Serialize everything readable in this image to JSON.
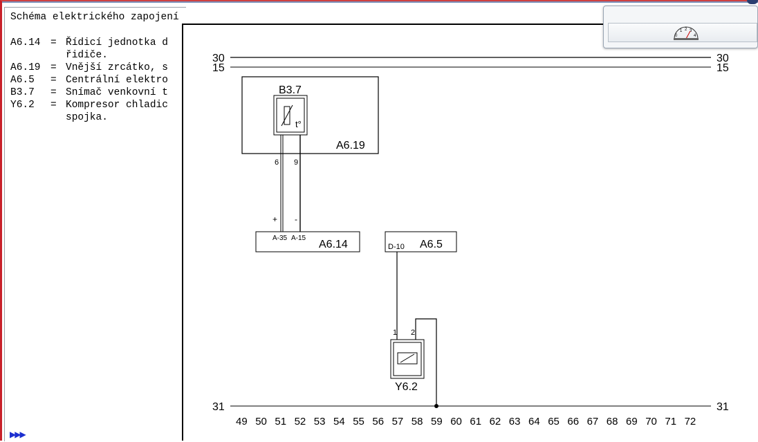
{
  "legend": {
    "title": "Schéma elektrického zapojení",
    "items": [
      {
        "code": "A6.14",
        "eq": "=",
        "text": "Řídicí jednotka d",
        "cont": "řidiče."
      },
      {
        "code": "A6.19",
        "eq": "=",
        "text": "Vnější zrcátko, s",
        "cont": ""
      },
      {
        "code": "A6.5",
        "eq": "=",
        "text": "Centrální elektro",
        "cont": ""
      },
      {
        "code": "B3.7",
        "eq": "=",
        "text": "Snímač venkovní t",
        "cont": ""
      },
      {
        "code": "Y6.2",
        "eq": "=",
        "text": "Kompresor chladic",
        "cont": "spojka."
      }
    ]
  },
  "nav": {
    "arrows": "▶▶▶"
  },
  "tool": {
    "icon": "gauge-icon",
    "gauge_ticks": [
      "0",
      "1",
      "2",
      "3",
      "4"
    ]
  },
  "diagram": {
    "rails": {
      "top1": "30",
      "top2": "15",
      "bottom": "31"
    },
    "components": {
      "mirror": {
        "label": "A6.19"
      },
      "sensor": {
        "label": "B3.7",
        "symbol": "t°"
      },
      "control_unit": {
        "label": "A6.14",
        "pin1": "A-35",
        "pin2": "A-15"
      },
      "central_box": {
        "label": "A6.5",
        "pin": "D-10"
      },
      "clutch": {
        "label": "Y6.2",
        "pin1": "1",
        "pin2": "2"
      }
    },
    "wires": {
      "w1": "6",
      "w2": "9",
      "plus": "+",
      "minus": "-"
    },
    "scale": [
      "49",
      "50",
      "51",
      "52",
      "53",
      "54",
      "55",
      "56",
      "57",
      "58",
      "59",
      "60",
      "61",
      "62",
      "63",
      "64",
      "65",
      "66",
      "67",
      "68",
      "69",
      "70",
      "71",
      "72"
    ]
  }
}
